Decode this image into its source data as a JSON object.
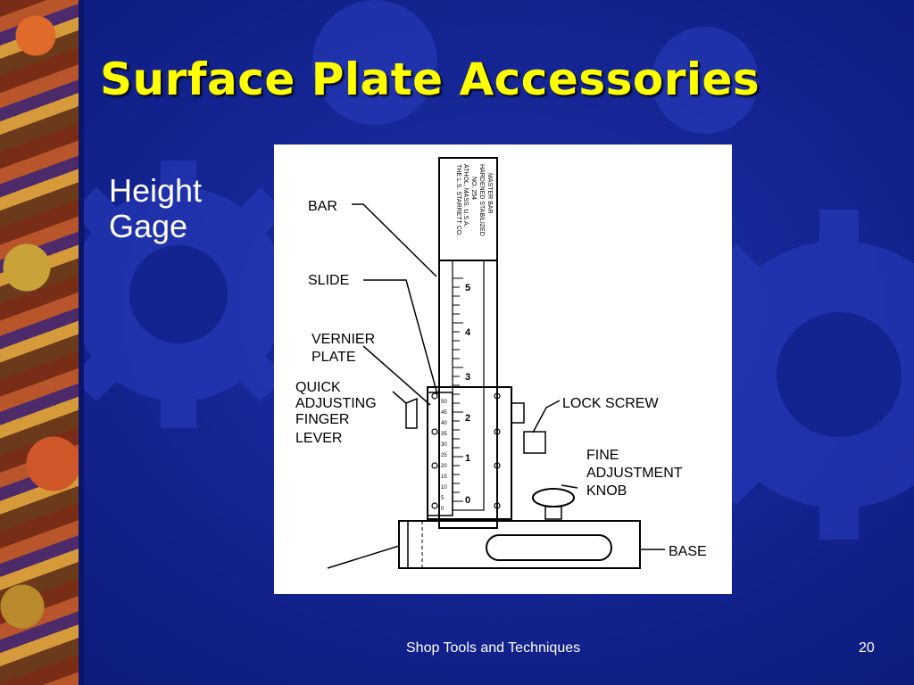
{
  "slide": {
    "title": "Surface Plate Accessories",
    "bullet_lines": [
      "Height",
      "Gage"
    ],
    "footer_text": "Shop Tools and Techniques",
    "page_number": "20"
  },
  "figure": {
    "labels": {
      "bar": "BAR",
      "slide": "SLIDE",
      "vernier_1": "VERNIER",
      "vernier_2": "PLATE",
      "quick_1": "QUICK",
      "quick_2": "ADJUSTING",
      "quick_3": "FINGER",
      "quick_4": "LEVER",
      "lock_screw": "LOCK SCREW",
      "fine_1": "FINE",
      "fine_2": "ADJUSTMENT",
      "fine_3": "KNOB",
      "base": "BASE"
    },
    "bar_engraving": [
      "THE L.S. STARRETT CO.",
      "ATHOL, MASS. U.S.A.",
      "NO. 254",
      "HARDENED STABILIZED",
      "MASTER BAR"
    ],
    "scale_numbers": [
      "5",
      "4",
      "3",
      "2",
      "1",
      "0"
    ],
    "vernier_numbers": [
      "50",
      "45",
      "40",
      "35",
      "30",
      "25",
      "20",
      "15",
      "10",
      "5",
      "0"
    ]
  },
  "colors": {
    "title": "#ffff00",
    "background": "#13238f",
    "text": "#ffffff"
  }
}
